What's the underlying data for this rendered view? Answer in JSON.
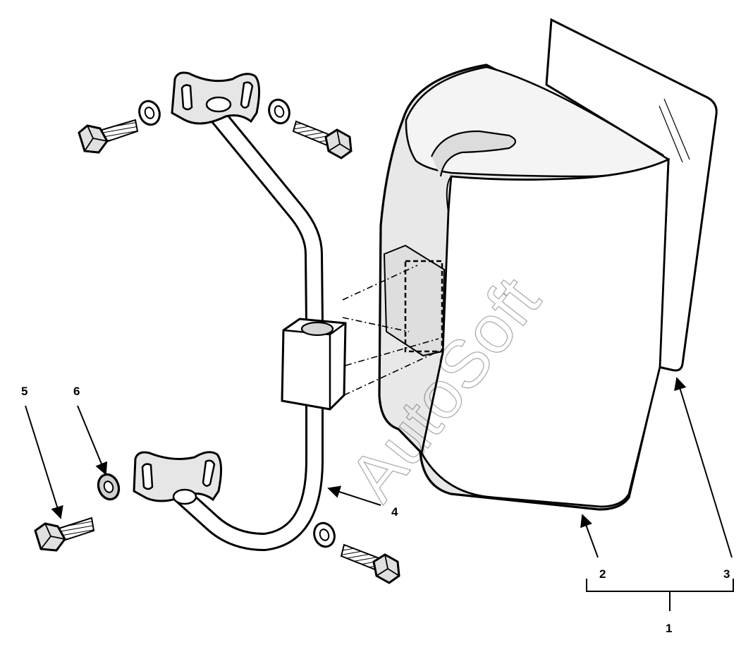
{
  "diagram": {
    "callouts": {
      "c1": "1",
      "c2": "2",
      "c3": "3",
      "c4": "4",
      "c5": "5",
      "c6": "6"
    },
    "watermark": "AutoSoft"
  },
  "colors": {
    "line": "#000000",
    "fill": "#ffffff",
    "metal": "#d6d6d6",
    "shadow": "#bdbdbd"
  }
}
